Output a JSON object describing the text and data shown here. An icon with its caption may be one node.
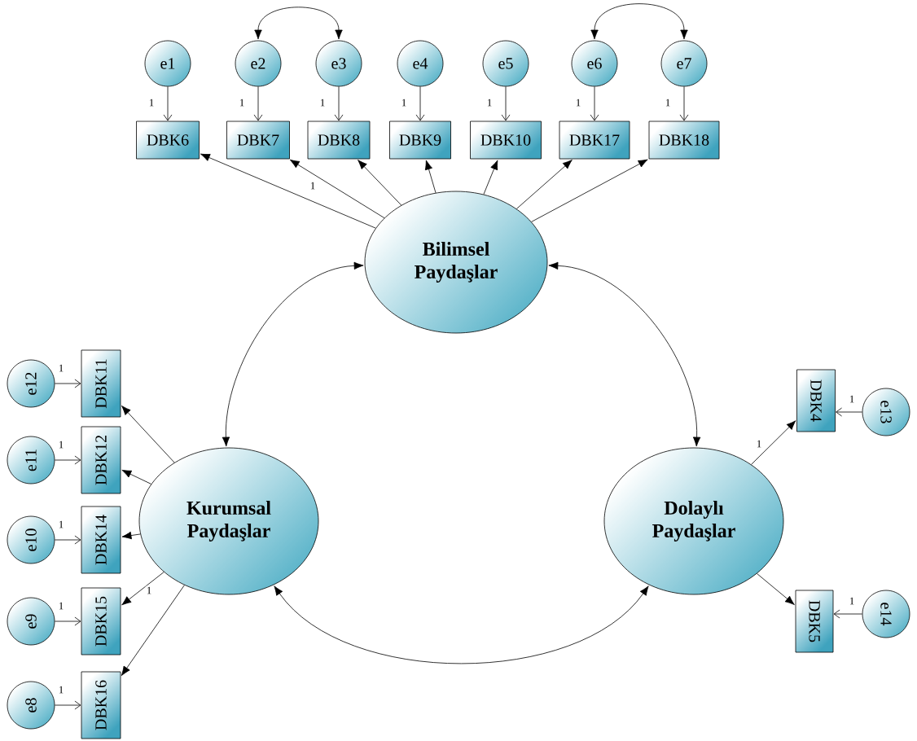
{
  "diagram": {
    "nodes": [
      {
        "text": [
          "Bilimsel Paydaşlar"
        ]
      },
      {
        "text": [
          "Kurumsal Paydaşlar"
        ]
      },
      {
        "text": [
          "Dolaylı Paydaşlar"
        ]
      },
      {
        "text": [
          "DBK6"
        ]
      },
      {
        "text": [
          "DBK7"
        ]
      },
      {
        "text": [
          "DBK8"
        ]
      },
      {
        "text": [
          "DBK9"
        ]
      },
      {
        "text": [
          "DBK10"
        ]
      },
      {
        "text": [
          "DBK17"
        ]
      },
      {
        "text": [
          "DBK18"
        ]
      },
      {
        "text": [
          "e1"
        ]
      },
      {
        "text": [
          "e2"
        ]
      },
      {
        "text": [
          "e3"
        ]
      },
      {
        "text": [
          "e4"
        ]
      },
      {
        "text": [
          "e5"
        ]
      },
      {
        "text": [
          "e6"
        ]
      },
      {
        "text": [
          "e7"
        ]
      },
      {
        "text": [
          "DBK11"
        ]
      },
      {
        "text": [
          "DBK12"
        ]
      },
      {
        "text": [
          "DBK14"
        ]
      },
      {
        "text": [
          "DBK15"
        ]
      },
      {
        "text": [
          "DBK16"
        ]
      },
      {
        "text": [
          "e12"
        ]
      },
      {
        "text": [
          "e11"
        ]
      },
      {
        "text": [
          "e10"
        ]
      },
      {
        "text": [
          "e9"
        ]
      },
      {
        "text": [
          "e8"
        ]
      },
      {
        "text": [
          "DBK4"
        ]
      },
      {
        "text": [
          "DBK5"
        ]
      },
      {
        "text": [
          "e13"
        ]
      },
      {
        "text": [
          "e14"
        ]
      }
    ],
    "edges": [
      {
        "from": 10,
        "to": 3,
        "arrow": "to",
        "label": "1"
      },
      {
        "from": 11,
        "to": 4,
        "arrow": "to",
        "label": "1"
      },
      {
        "from": 12,
        "to": 5,
        "arrow": "to",
        "label": "1"
      },
      {
        "from": 13,
        "to": 6,
        "arrow": "to",
        "label": "1"
      },
      {
        "from": 14,
        "to": 7,
        "arrow": "to",
        "label": "1"
      },
      {
        "from": 15,
        "to": 8,
        "arrow": "to",
        "label": "1"
      },
      {
        "from": 16,
        "to": 9,
        "arrow": "to",
        "label": "1"
      },
      {
        "from": 0,
        "to": 3,
        "arrow": "to"
      },
      {
        "from": 0,
        "to": 4,
        "arrow": "to",
        "label": "1"
      },
      {
        "from": 0,
        "to": 5,
        "arrow": "to"
      },
      {
        "from": 0,
        "to": 6,
        "arrow": "to"
      },
      {
        "from": 0,
        "to": 7,
        "arrow": "to"
      },
      {
        "from": 0,
        "to": 8,
        "arrow": "to"
      },
      {
        "from": 0,
        "to": 9,
        "arrow": "to"
      },
      {
        "from": 22,
        "to": 17,
        "arrow": "to",
        "label": "1"
      },
      {
        "from": 23,
        "to": 18,
        "arrow": "to",
        "label": "1"
      },
      {
        "from": 24,
        "to": 19,
        "arrow": "to",
        "label": "1"
      },
      {
        "from": 25,
        "to": 20,
        "arrow": "to",
        "label": "1"
      },
      {
        "from": 26,
        "to": 21,
        "arrow": "to",
        "label": "1"
      },
      {
        "from": 1,
        "to": 17,
        "arrow": "to"
      },
      {
        "from": 1,
        "to": 18,
        "arrow": "to"
      },
      {
        "from": 1,
        "to": 19,
        "arrow": "to"
      },
      {
        "from": 1,
        "to": 20,
        "arrow": "to",
        "label": "1"
      },
      {
        "from": 1,
        "to": 21,
        "arrow": "to"
      },
      {
        "from": 29,
        "to": 27,
        "arrow": "to",
        "label": "1"
      },
      {
        "from": 30,
        "to": 28,
        "arrow": "to",
        "label": "1"
      },
      {
        "from": 2,
        "to": 27,
        "arrow": "to",
        "label": "1"
      },
      {
        "from": 2,
        "to": 28,
        "arrow": "to"
      },
      {
        "from": 11,
        "to": 12,
        "arrow": "both"
      },
      {
        "from": 15,
        "to": 16,
        "arrow": "both"
      },
      {
        "from": 0,
        "to": 1,
        "arrow": "both"
      },
      {
        "from": 0,
        "to": 2,
        "arrow": "both"
      },
      {
        "from": 1,
        "to": 2,
        "arrow": "both"
      }
    ]
  }
}
